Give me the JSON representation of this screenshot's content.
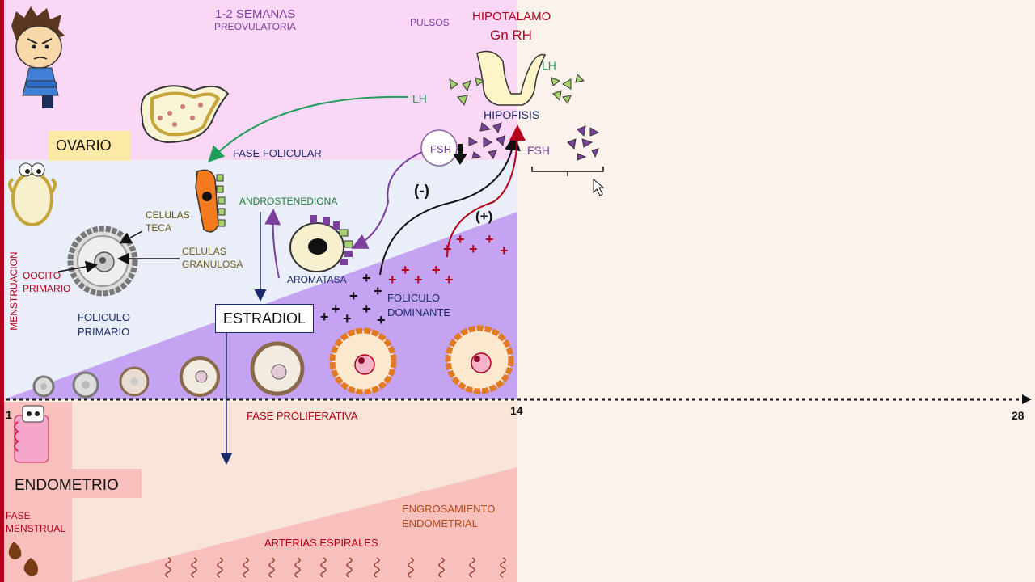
{
  "header": {
    "weeks": "1-2 SEMANAS",
    "preovulatory": "PREOVULATORIA",
    "pulses": "PULSOS",
    "hypothalamus": "HIPOTALAMO",
    "gnrh": "Gn RH"
  },
  "ovary": {
    "title": "OVARIO",
    "follicular_phase": "FASE FOLICULAR",
    "theca_cells": [
      "CELULAS",
      "TECA"
    ],
    "granulosa_cells": [
      "CELULAS",
      "GRANULOSA"
    ],
    "primary_oocyte": [
      "OOCITO",
      "PRIMARIO"
    ],
    "primary_follicle": [
      "FOLICULO",
      "PRIMARIO"
    ],
    "androstenedione": "ANDROSTENEDIONA",
    "aromatase": "AROMATASA",
    "estradiol": "ESTRADIOL",
    "dominant_follicle": [
      "FOLICULO",
      "DOMINANTE"
    ],
    "menstruation": "MENSTRUACION"
  },
  "pituitary": {
    "lh_left": "LH",
    "lh_right": "LH",
    "hypophysis": "HIPOFISIS",
    "fsh_circle": "FSH",
    "fsh_right": "FSH",
    "negative_feedback": "(-)",
    "positive_feedback": "(+)"
  },
  "timeline": {
    "day_start": "1",
    "day_mid": "14",
    "day_end": "28",
    "proliferative_phase": "FASE PROLIFERATIVA"
  },
  "endometrium": {
    "title": "ENDOMETRIO",
    "menstrual_phase": [
      "FASE",
      "MENSTRUAL"
    ],
    "thickening": [
      "ENGROSAMIENTO",
      "ENDOMETRIAL"
    ],
    "spiral_arteries": "ARTERIAS ESPIRALES"
  },
  "colors": {
    "top_band": "#fbd7f6",
    "follicular_band": "#e9eef8",
    "purple_wedge": "#c4a3f2",
    "ovary_label_bg": "#fde9a6",
    "endometrium_bg": "#f9e5d8",
    "endometrium_pink": "#f8c0bc",
    "lh_green": "#1f9e5a",
    "fsh_purple": "#7b3f9e",
    "feedback_red": "#b3001b"
  }
}
